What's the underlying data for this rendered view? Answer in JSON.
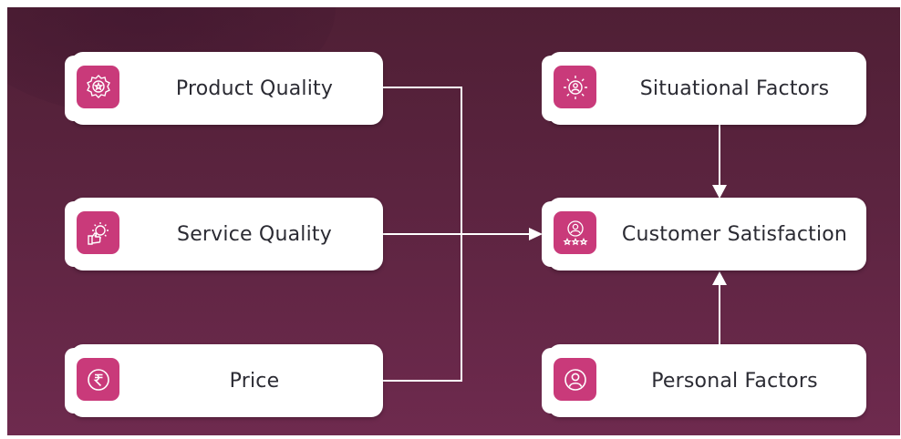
{
  "diagram": {
    "inputs": {
      "product_quality": "Product Quality",
      "service_quality": "Service Quality",
      "price": "Price"
    },
    "moderators": {
      "situational": "Situational Factors",
      "personal": "Personal Factors"
    },
    "outcome": "Customer Satisfaction"
  },
  "icons": {
    "product_quality": "quality-badge-icon",
    "service_quality": "gear-thumbs-up-icon",
    "price": "rupee-coin-icon",
    "situational": "person-sun-icon",
    "outcome": "user-rating-stars-icon",
    "personal": "user-circle-icon"
  },
  "colors": {
    "background": "#5c2440",
    "icon_tile": "#c93a7a",
    "box": "#ffffff",
    "connector": "#ffffff",
    "text": "#2b2b33"
  }
}
